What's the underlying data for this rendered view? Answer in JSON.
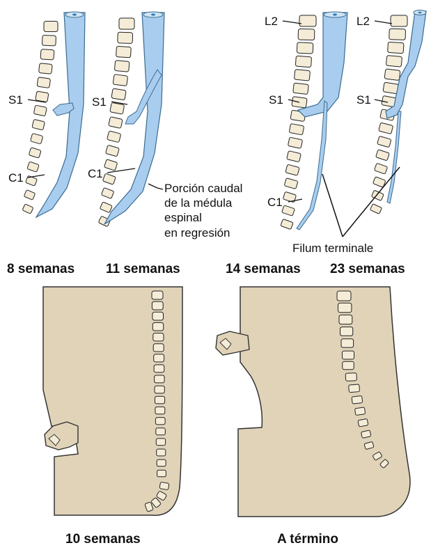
{
  "colors": {
    "spinal_cord": "#a9cdef",
    "spinal_cord_outline": "#3a6b8f",
    "vertebra_fill": "#f4ecd7",
    "vertebra_outline": "#222222",
    "body_tissue": "#e0d3b8",
    "body_outline": "#333333",
    "text": "#111111"
  },
  "top_panel": {
    "stages": [
      {
        "id": "w8",
        "caption": "8 semanas",
        "labels": {
          "s1": "S1",
          "c1": "C1"
        }
      },
      {
        "id": "w11",
        "caption": "11 semanas",
        "labels": {
          "s1": "S1",
          "c1": "C1"
        }
      },
      {
        "id": "w14",
        "caption": "14 semanas",
        "labels": {
          "l2": "L2",
          "s1": "S1",
          "c1": "C1"
        }
      },
      {
        "id": "w23",
        "caption": "23 semanas",
        "labels": {
          "l2": "L2",
          "s1": "S1"
        }
      }
    ],
    "annotation_regression": [
      "Porción caudal",
      "de la médula",
      "espinal",
      "en regresión"
    ],
    "annotation_filum": "Filum terminale"
  },
  "bottom_panel": {
    "stages": [
      {
        "id": "w10",
        "caption": "10 semanas"
      },
      {
        "id": "term",
        "caption": "A término"
      }
    ]
  }
}
